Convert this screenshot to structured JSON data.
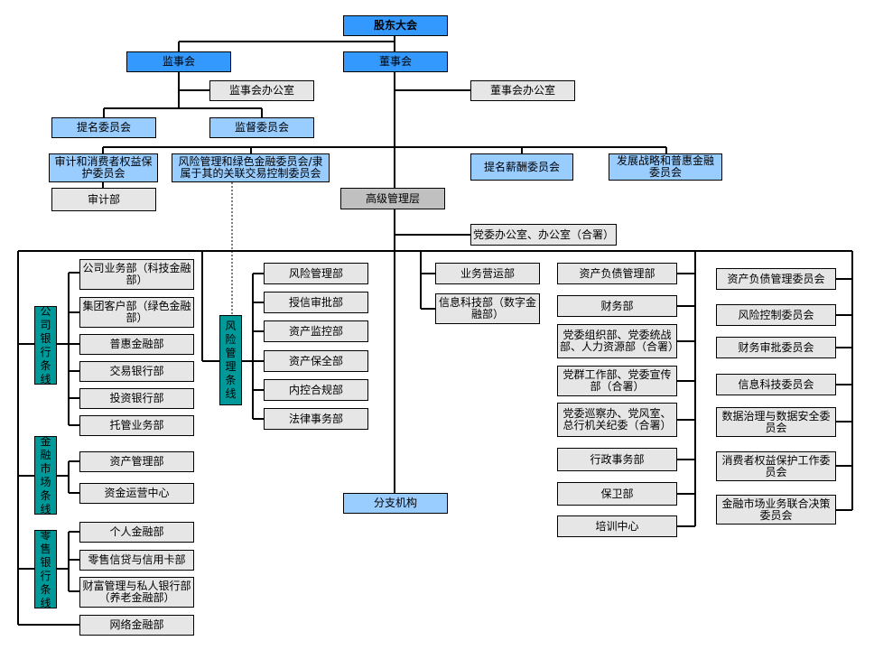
{
  "shareholders": "股东大会",
  "supervisory_board": "监事会",
  "board": "董事会",
  "supervisory_office": "监事会办公室",
  "board_office": "董事会办公室",
  "nomination_committee": "提名委员会",
  "supervision_committee": "监督委员会",
  "audit_committee": "审计和消费者权益保护委员会",
  "risk_committee": "风险管理和绿色金融委员会/隶属于其的关联交易控制委员会",
  "compensation_committee": "提名薪酬委员会",
  "strategy_committee": "发展战略和普惠金融委员会",
  "audit_dept": "审计部",
  "senior_management": "高级管理层",
  "party_office": "党委办公室、办公室（合署）",
  "branches": "分支机构",
  "corporate_line": "公司银行条线",
  "corporate_depts": [
    "公司业务部（科技金融部）",
    "集团客户部（绿色金融部）",
    "普惠金融部",
    "交易银行部",
    "投资银行部",
    "托管业务部"
  ],
  "market_line": "金融市场条线",
  "market_depts": [
    "资产管理部",
    "资金运营中心"
  ],
  "retail_line": "零售银行条线",
  "retail_depts": [
    "个人金融部",
    "零售信贷与信用卡部",
    "财富管理与私人银行部（养老金融部）"
  ],
  "network_dept": "网络金融部",
  "risk_line": "风险管理条线",
  "risk_depts": [
    "风险管理部",
    "授信审批部",
    "资产监控部",
    "资产保全部",
    "内控合规部",
    "法律事务部"
  ],
  "ops_depts": [
    "业务营运部",
    "信息科技部（数字金融部）"
  ],
  "admin_depts": [
    "资产负债管理部",
    "财务部",
    "党委组织部、党委统战部、人力资源部（合署）",
    "党群工作部、党委宣传部（合署）",
    "党委巡察办、党风室、总行机关纪委（合署）",
    "行政事务部",
    "保卫部",
    "培训中心"
  ],
  "mgmt_committees": [
    "资产负债管理委员会",
    "风险控制委员会",
    "财务审批委员会",
    "信息科技委员会",
    "数据治理与数据安全委员会",
    "消费者权益保护工作委员会",
    "金融市场业务联合决策委员会"
  ]
}
